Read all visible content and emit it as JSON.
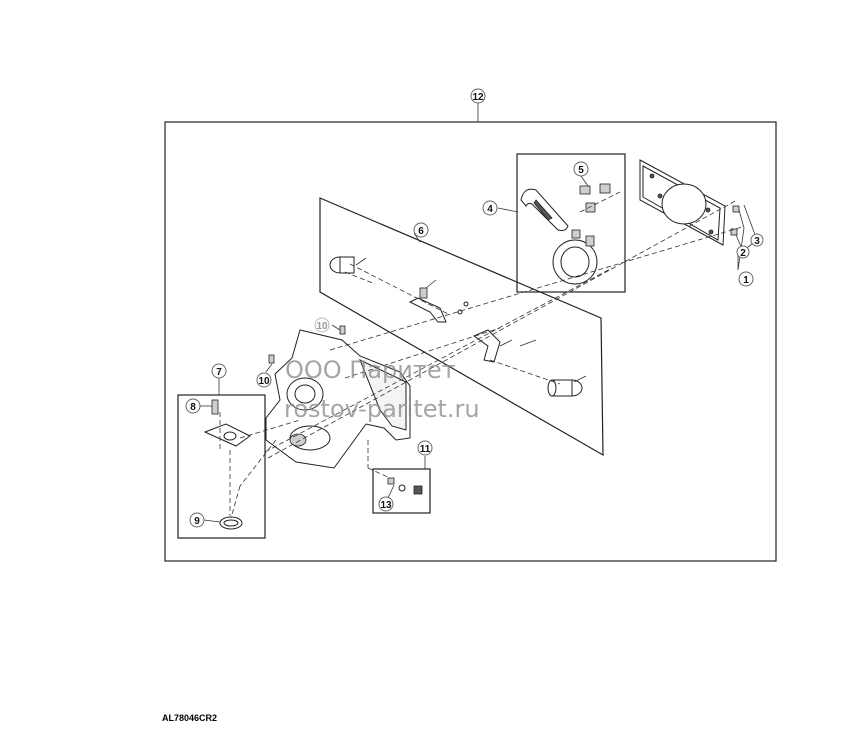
{
  "callouts": {
    "c1": "1",
    "c2": "2",
    "c3": "3",
    "c4": "4",
    "c5": "5",
    "c6": "6",
    "c7": "7",
    "c8": "8",
    "c9": "9",
    "c10a": "10",
    "c10b": "10",
    "c11": "11",
    "c12": "12",
    "c13": "13"
  },
  "watermark": {
    "line1": "ООО Паритет",
    "line2": "rostov-paritet.ru"
  },
  "figure_code": "AL78046CR2"
}
